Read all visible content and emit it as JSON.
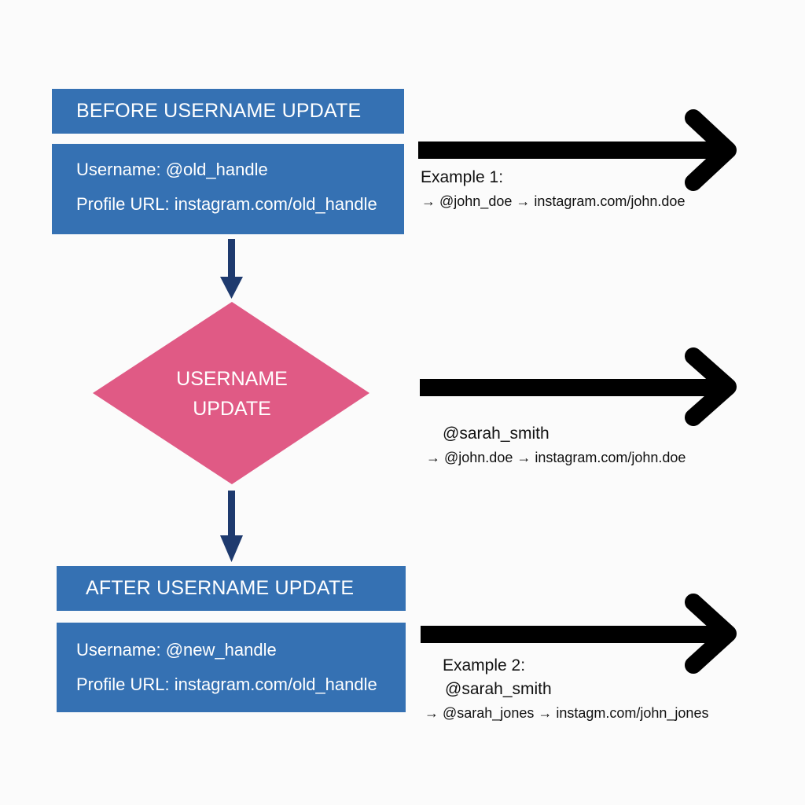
{
  "before": {
    "header": "BEFORE USERNAME UPDATE",
    "username_line": "Username: @old_handle",
    "url_line": "Profile URL: instagram.com/old_handle"
  },
  "decision": {
    "line1": "USERNAME",
    "line2": "UPDATE"
  },
  "after": {
    "header": "AFTER USERNAME UPDATE",
    "username_line": "Username: @new_handle",
    "url_line": "Profile URL: instagram.com/old_handle"
  },
  "examples": {
    "first": {
      "label": "Example 1:",
      "chain": "→ @john_doe → instagram.com/john.doe"
    },
    "middle": {
      "handle": "@sarah_smith",
      "chain": "→ @john.doe → instagram.com/john.doe"
    },
    "second": {
      "label": "Example 2:",
      "handle": "@sarah_smith",
      "chain": "→ @sarah_jones → instagm.com/john_jones"
    }
  },
  "colors": {
    "box_blue": "#3571b3",
    "diamond_pink": "#e05a85",
    "connector_navy": "#1e3a6e",
    "arrow_black": "#000000"
  },
  "icons": {
    "down_arrows": "arrow-down-icon",
    "right_arrows": "arrow-right-icon"
  }
}
